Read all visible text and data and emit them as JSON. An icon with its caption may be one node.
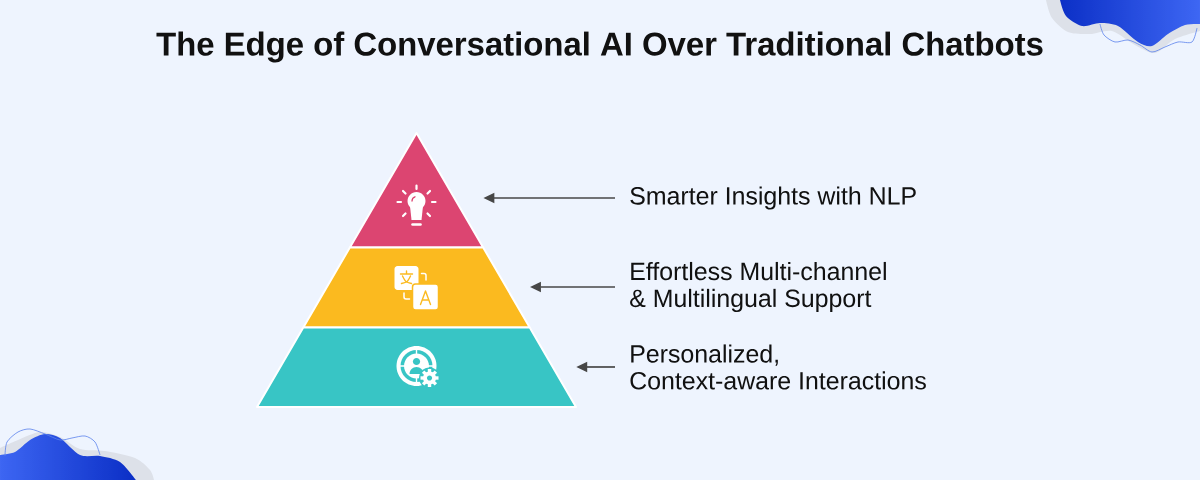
{
  "diagram": {
    "title": "The Edge of Conversational AI Over Traditional Chatbots",
    "nodes": [
      {
        "text": [],
        "shape": "triangle"
      },
      {
        "text": [],
        "shape": "trapezoid"
      },
      {
        "text": [],
        "shape": "trapezoid"
      },
      {
        "text": [
          "Smarter Insights with NLP"
        ]
      },
      {
        "text": [
          "Effortless Multi-channel & Multilingual Support"
        ]
      },
      {
        "text": [
          "Personalized, Context-aware Interactions"
        ]
      }
    ],
    "edges": [
      {
        "from": 3,
        "to": 0,
        "arrow": "to"
      },
      {
        "from": 4,
        "to": 1,
        "arrow": "to"
      },
      {
        "from": 5,
        "to": 2,
        "arrow": "to"
      }
    ]
  }
}
